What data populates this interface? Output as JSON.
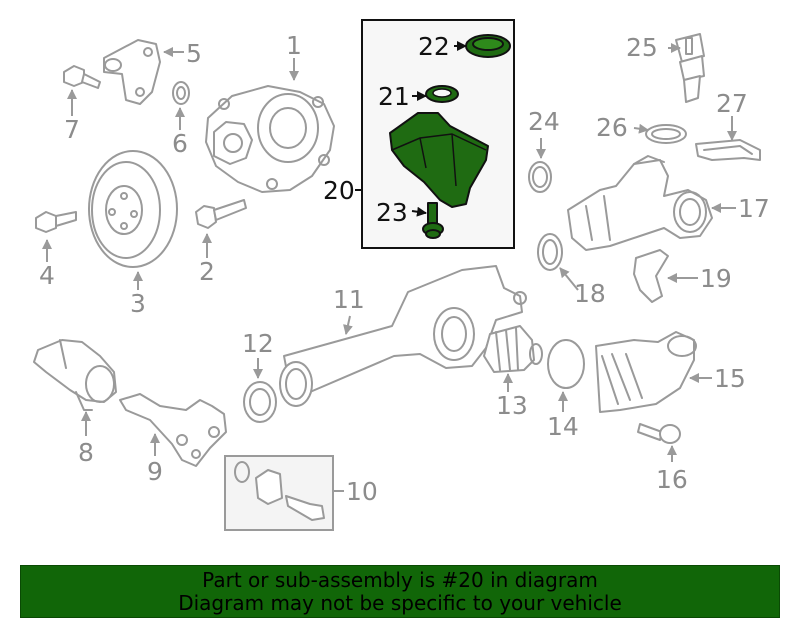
{
  "callouts": {
    "c1": "1",
    "c2": "2",
    "c3": "3",
    "c4": "4",
    "c5": "5",
    "c6": "6",
    "c7": "7",
    "c8": "8",
    "c9": "9",
    "c10": "10",
    "c11": "11",
    "c12": "12",
    "c13": "13",
    "c14": "14",
    "c15": "15",
    "c16": "16",
    "c17": "17",
    "c18": "18",
    "c19": "19",
    "c20": "20",
    "c21": "21",
    "c22": "22",
    "c23": "23",
    "c24": "24",
    "c25": "25",
    "c26": "26",
    "c27": "27"
  },
  "highlighted_part": "20",
  "colors": {
    "highlight": "#1f6b12",
    "banner": "#116608",
    "line": "#9a9a9a"
  },
  "banner": {
    "line1": "Part or sub-assembly is #20 in diagram",
    "line2": "Diagram may not be specific to your vehicle"
  }
}
